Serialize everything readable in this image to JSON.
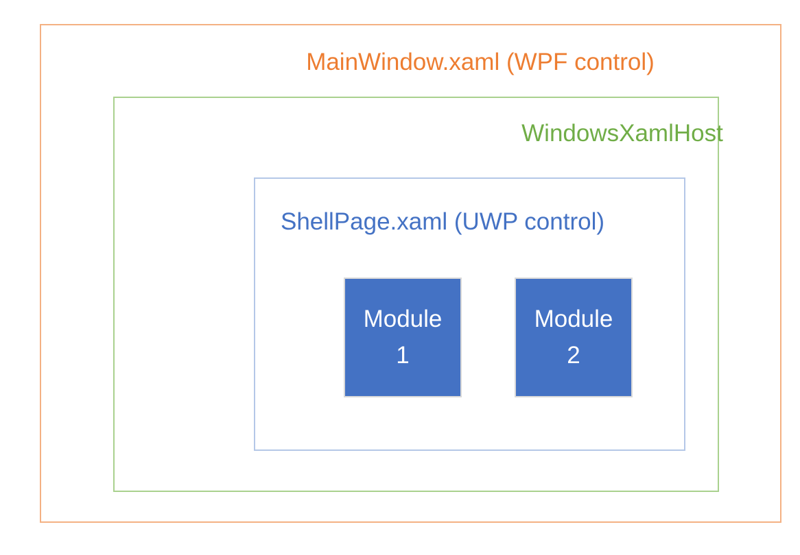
{
  "diagram": {
    "outer_box": {
      "label": "MainWindow.xaml (WPF control)",
      "text_color": "#ED7D31",
      "border_color": "#F4B183"
    },
    "host_box": {
      "label": "WindowsXamlHost",
      "text_color": "#70AD47",
      "border_color": "#A9D18E"
    },
    "shell_box": {
      "label": "ShellPage.xaml (UWP control)",
      "text_color": "#4472C4",
      "border_color": "#B4C7E7"
    },
    "modules": [
      {
        "line1": "Module",
        "line2": "1",
        "fill_color": "#4472C4",
        "border_color": "#D9D9D9",
        "text_color": "#FFFFFF"
      },
      {
        "line1": "Module",
        "line2": "2",
        "fill_color": "#4472C4",
        "border_color": "#D9D9D9",
        "text_color": "#FFFFFF"
      }
    ],
    "background_color": "#FFFFFF"
  }
}
